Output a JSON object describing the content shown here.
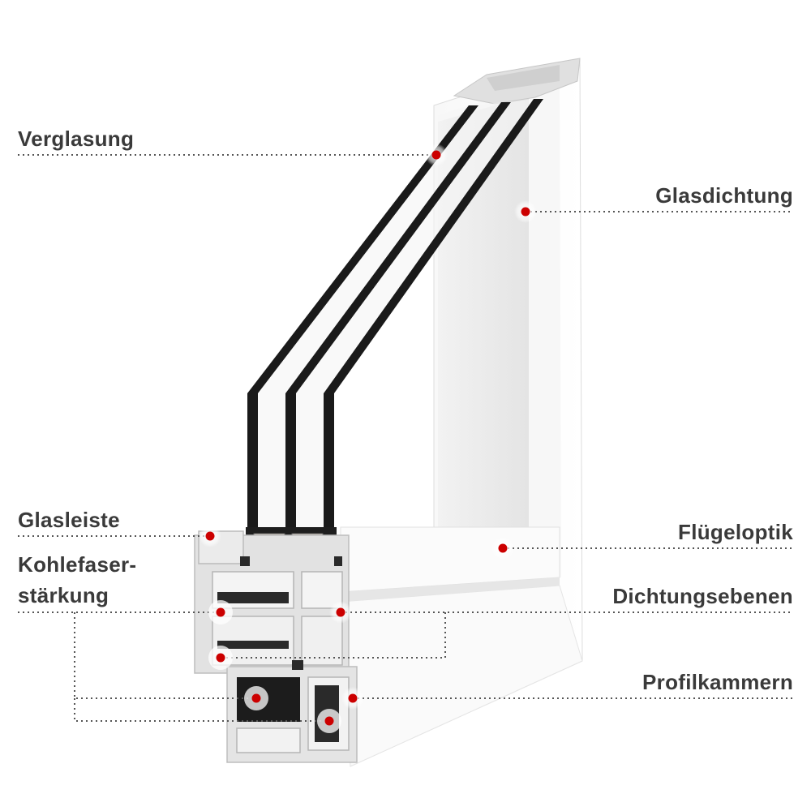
{
  "colors": {
    "marker": "#cc0000",
    "label_text": "#3a3a3a",
    "leader_line": "#555555",
    "glass_pane": "#1a1a1a"
  },
  "labels": {
    "verglasung": "Verglasung",
    "glasdichtung": "Glasdichtung",
    "glasleiste": "Glasleiste",
    "kohlefaser_line1": "Kohlefaser-",
    "kohlefaser_line2": "stärkung",
    "fluegeloptik": "Flügeloptik",
    "dichtungsebenen": "Dichtungsebenen",
    "profilkammern": "Profilkammern"
  }
}
